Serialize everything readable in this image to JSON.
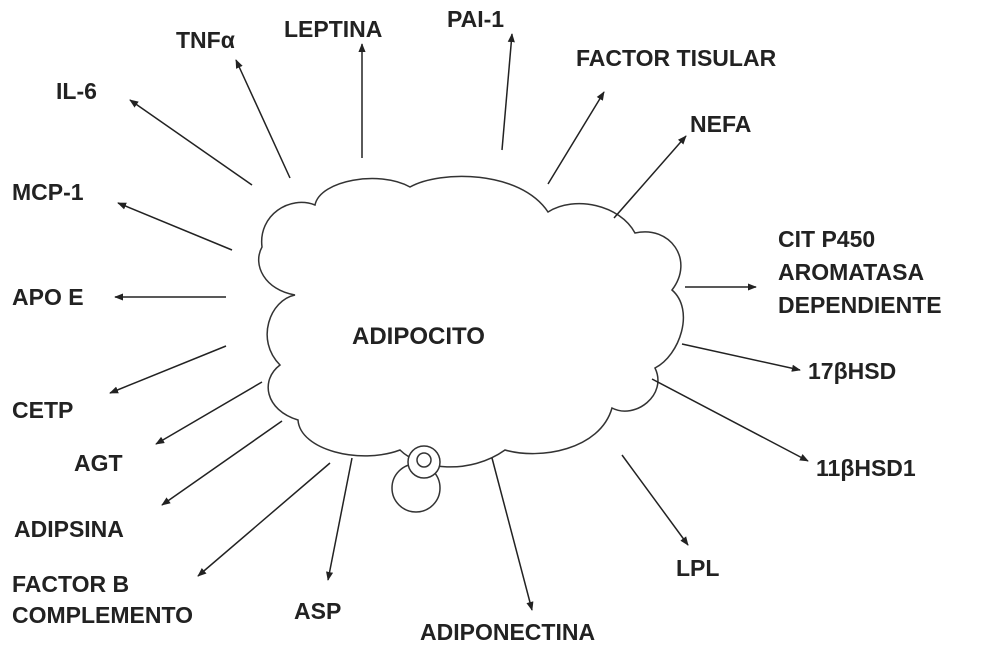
{
  "center_label": "ADIPOCITO",
  "products": {
    "tnf": "TNFα",
    "leptina": "LEPTINA",
    "pai1": "PAI-1",
    "factor_tisular": "FACTOR TISULAR",
    "il6": "IL-6",
    "nefa": "NEFA",
    "mcp1": "MCP-1",
    "cit_p450": [
      "CIT P450",
      "AROMATASA",
      "DEPENDIENTE"
    ],
    "apoe": "APO E",
    "hsd17": "17βHSD",
    "cetp": "CETP",
    "hsd11": "11βHSD1",
    "agt": "AGT",
    "adipsina": "ADIPSINA",
    "lpl": "LPL",
    "factor_b": [
      "FACTOR B",
      "COMPLEMENTO"
    ],
    "asp": "ASP",
    "adiponectina": "ADIPONECTINA"
  }
}
